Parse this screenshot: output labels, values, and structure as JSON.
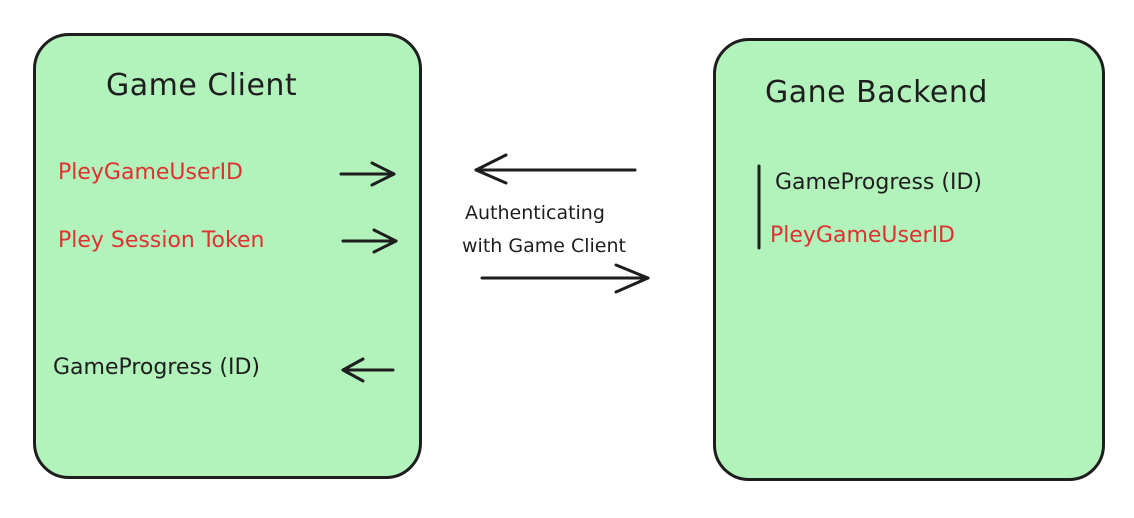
{
  "client": {
    "title": "Game Client",
    "items": [
      {
        "label": "PleyGameUserID",
        "color": "#e03131"
      },
      {
        "label": "Pley Session Token",
        "color": "#e03131"
      },
      {
        "label": "GameProgress (ID)",
        "color": "#1e1e1e"
      }
    ]
  },
  "backend": {
    "title": "Gane Backend",
    "items": [
      {
        "label": "GameProgress (ID)",
        "color": "#1e1e1e"
      },
      {
        "label": "PleyGameUserID",
        "color": "#e03131"
      }
    ]
  },
  "middle": {
    "caption_line1": "Authenticating",
    "caption_line2": "with Game Client"
  },
  "colors": {
    "box_fill": "#b2f2bb",
    "stroke": "#1e1e1e",
    "accent_red": "#e03131"
  }
}
